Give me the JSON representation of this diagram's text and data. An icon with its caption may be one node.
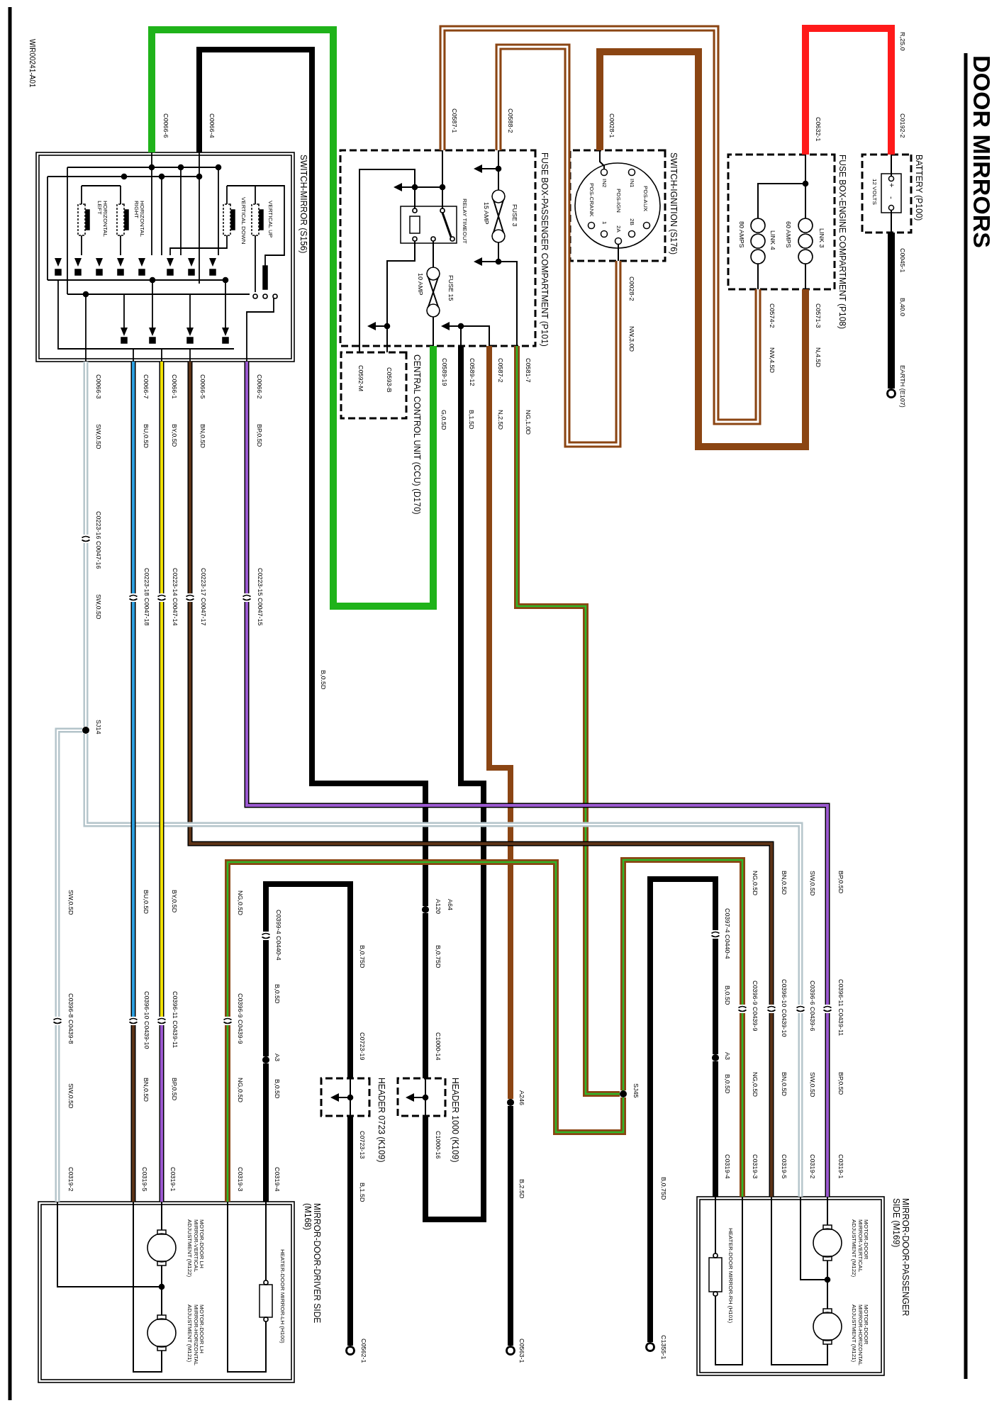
{
  "diagram": {
    "title": "DOOR MIRRORS",
    "nodes": [
      {
        "text": [
          "SWITCH-MIRROR (S156)",
          "VERTICAL UP",
          "VERTICAL DOWN",
          "HORIZONTAL RIGHT",
          "HORIZONTAL LEFT"
        ],
        "beside": [
          "C0066-6",
          "C0066-4",
          "C0066-7",
          "C0066-1",
          "C0066-5"
        ]
      },
      {
        "text": [
          "CENTRAL CONTROL UNIT (CCU) (D170)",
          "C0593-B",
          "C0592-M"
        ]
      },
      {
        "text": [
          "FUSE BOX-PASSENGER COMPARTMENT (P101)",
          "FUSE 3",
          "15 AMP",
          "RELAY TIMEOUT",
          "FUSE 15",
          "10 AMP"
        ],
        "beside": [
          "C0587-1",
          "C0588-2",
          "C0589-19",
          "C0589-12",
          "C0587-2",
          "C0581-7"
        ]
      },
      {
        "text": [
          "SWITCH-IGNITION (S176)",
          "IN2",
          "IN1",
          "POS-AUX",
          "POS-IGN",
          "POS-CRANK",
          "1",
          "2A",
          "2B"
        ],
        "beside": [
          "C0028-1",
          "C0028-2"
        ]
      },
      {
        "text": [
          "FUSE BOX-ENGINE COMPARTMENT (P108)",
          "LINK 3",
          "60 AMPS",
          "LINK 4",
          "80 AMPS"
        ],
        "beside": [
          "C0632-1",
          "C0571-3",
          "C0574-2"
        ]
      },
      {
        "text": [
          "BATTERY (P100)",
          "12 VOLTS",
          "+",
          "-"
        ],
        "beside": [
          "C0192-2"
        ]
      },
      {
        "text": [],
        "shape": "ring",
        "beside": [
          "EARTH (E107)"
        ]
      },
      {
        "text": [
          "HEADER 1000 (K109)"
        ],
        "beside": [
          "C1000-14",
          "C1000-16"
        ]
      },
      {
        "text": [
          "HEADER 0723 (K109)"
        ],
        "beside": [
          "C0723-19",
          "C0723-13"
        ]
      },
      {
        "text": [
          "MIRROR-DOOR-DRIVER SIDE (M168)",
          "MOTOR-DOOR LH MIRROR-VERTICAL ADJUSTMENT (M122)",
          "MOTOR-DOOR LH MIRROR-HORIZONTAL ADJUSTMENT (M121)",
          "HEATER-DOOR MIRROR-LH (H100)"
        ],
        "beside": [
          "C0319-5",
          "C0319-1",
          "C0319-3",
          "C0319-4"
        ]
      },
      {
        "text": [
          "MIRROR-DOOR-PASSENGER SIDE (M169)",
          "MOTOR-DOOR MIRROR-VERTICAL ADJUSTMENT (M122)",
          "MOTOR-DOOR MIRROR-HORIZONTAL ADJUSTMENT (M121)",
          "HEATER-DOOR MIRROR-RH (H101)"
        ],
        "beside": [
          "C0319-4",
          "C0319-3",
          "C0319-5",
          "C0319-2",
          "C0319-1"
        ]
      },
      {
        "text": [],
        "shape": "ring",
        "beside": [
          "C0562-1"
        ]
      },
      {
        "text": [],
        "shape": "ring",
        "beside": [
          "C0563-1"
        ]
      },
      {
        "text": [],
        "shape": "ring",
        "beside": [
          "C1355-1"
        ]
      },
      {
        "text": [],
        "shape": "dot",
        "beside": [
          "SJ14"
        ]
      },
      {
        "text": [],
        "shape": "dot",
        "beside": [
          "A64",
          "A120"
        ]
      },
      {
        "text": [],
        "shape": "dot",
        "beside": [
          "A3"
        ]
      },
      {
        "text": [],
        "shape": "dot",
        "beside": [
          "A246"
        ]
      },
      {
        "text": [],
        "shape": "dot",
        "beside": [
          "SJ45"
        ]
      },
      {
        "text": [],
        "shape": "dot",
        "beside": [
          "A3"
        ]
      },
      {
        "text": [],
        "shape": "connector",
        "beside": [
          "C0223-16 C0047-16"
        ]
      },
      {
        "text": [],
        "shape": "connector",
        "beside": [
          "C0223-18 C0047-18"
        ]
      },
      {
        "text": [],
        "shape": "connector",
        "beside": [
          "C0223-14 C0047-14"
        ]
      },
      {
        "text": [],
        "shape": "connector",
        "beside": [
          "C0223-17 C0047-17"
        ]
      },
      {
        "text": [],
        "shape": "connector",
        "beside": [
          "C0223-15 C0047-15"
        ]
      },
      {
        "text": [],
        "shape": "connector",
        "beside": [
          "C0399-4 C0440-4"
        ]
      },
      {
        "text": [],
        "shape": "connector",
        "beside": [
          "C0396-8 C0439-8"
        ]
      },
      {
        "text": [],
        "shape": "connector",
        "beside": [
          "C0396-10 C0439-10"
        ]
      },
      {
        "text": [],
        "shape": "connector",
        "beside": [
          "C0396-11 C0439-11"
        ]
      },
      {
        "text": [],
        "shape": "connector",
        "beside": [
          "C0396-9 C0439-9"
        ]
      },
      {
        "text": [],
        "shape": "connector",
        "beside": [
          "C0397-4 C0440-4"
        ]
      },
      {
        "text": [],
        "shape": "connector",
        "beside": [
          "C0396-9 C0439-9"
        ]
      },
      {
        "text": [],
        "shape": "connector",
        "beside": [
          "C0396-10 C0439-10"
        ]
      },
      {
        "text": [],
        "shape": "connector",
        "beside": [
          "C0396-6 C0439-6"
        ]
      },
      {
        "text": [],
        "shape": "connector",
        "beside": [
          "C0396-11 C0439-11"
        ]
      }
    ],
    "edges": [
      {
        "from": 0,
        "to": 2,
        "arrow": "none",
        "label": "G,0.5D",
        "color": "#1fb31a"
      },
      {
        "from": 0,
        "to": 15,
        "arrow": "none",
        "label": "B,0.5D"
      },
      {
        "from": 15,
        "to": 7,
        "arrow": "none",
        "label": "B,0.75D"
      },
      {
        "from": 7,
        "to": 2,
        "arrow": "none",
        "label": "B,1.5D"
      },
      {
        "from": 8,
        "to": 11,
        "arrow": "none",
        "label": "B,1.5D"
      },
      {
        "from": 8,
        "to": 25,
        "arrow": "none",
        "label": "B,0.75D"
      },
      {
        "from": 25,
        "to": 16,
        "arrow": "none",
        "label": "B,0.5D"
      },
      {
        "from": 16,
        "to": 9,
        "arrow": "none",
        "label": "B,0.5D"
      },
      {
        "from": 2,
        "to": 17,
        "arrow": "none",
        "label": "N,2.5D",
        "color": "#8b4513"
      },
      {
        "from": 17,
        "to": 12,
        "arrow": "none",
        "label": "B,2.5D"
      },
      {
        "from": 2,
        "to": 18,
        "arrow": "none",
        "label": "NG,1.0D",
        "color": "#8b4513"
      },
      {
        "from": 18,
        "to": 29,
        "arrow": "none",
        "label": "NG,0.5D",
        "color": "#8b4513"
      },
      {
        "from": 18,
        "to": 31,
        "arrow": "none",
        "label": "NG,0.5D",
        "color": "#8b4513"
      },
      {
        "from": 31,
        "to": 10,
        "arrow": "none",
        "label": "NG,0.5D",
        "color": "#8b4513"
      },
      {
        "from": 29,
        "to": 9,
        "arrow": "none",
        "label": "NG,0.5D",
        "color": "#8b4513"
      },
      {
        "from": 0,
        "to": 23,
        "arrow": "none",
        "label": "BN,0.5D",
        "color": "#5c3317"
      },
      {
        "from": 23,
        "to": 32,
        "arrow": "none",
        "label": "BN,0.5D",
        "color": "#5c3317"
      },
      {
        "from": 32,
        "to": 10,
        "arrow": "none",
        "label": "BN,0.5D",
        "color": "#5c3317"
      },
      {
        "from": 0,
        "to": 24,
        "arrow": "none",
        "label": "BP,0.5D",
        "color": "#9b59d0"
      },
      {
        "from": 24,
        "to": 34,
        "arrow": "none",
        "label": "BP,0.5D",
        "color": "#9b59d0"
      },
      {
        "from": 34,
        "to": 10,
        "arrow": "none",
        "label": "BP,0.5D",
        "color": "#9b59d0"
      },
      {
        "from": 0,
        "to": 20,
        "arrow": "none",
        "label": "SW,0.5D",
        "color": "#b4c4ca"
      },
      {
        "from": 20,
        "to": 14,
        "arrow": "none",
        "label": "SW,0.5D",
        "color": "#b4c4ca"
      },
      {
        "from": 14,
        "to": 33,
        "arrow": "none",
        "label": "SW,0.5D",
        "color": "#b4c4ca"
      },
      {
        "from": 33,
        "to": 10,
        "arrow": "none",
        "label": "SW,0.5D",
        "color": "#b4c4ca"
      },
      {
        "from": 14,
        "to": 26,
        "arrow": "none",
        "label": "SW,0.5D",
        "color": "#b4c4ca"
      },
      {
        "from": 26,
        "to": 9,
        "arrow": "none",
        "label": "SW,0.5D",
        "color": "#b4c4ca"
      },
      {
        "from": 0,
        "to": 21,
        "arrow": "none",
        "label": "BU,0.5D",
        "color": "#2c9fe0"
      },
      {
        "from": 21,
        "to": 27,
        "arrow": "none",
        "label": "BU,0.5D",
        "color": "#2c9fe0"
      },
      {
        "from": 27,
        "to": 9,
        "arrow": "none",
        "label": "BN,0.5D",
        "color": "#5c3317"
      },
      {
        "from": 0,
        "to": 22,
        "arrow": "none",
        "label": "BY,0.5D",
        "color": "#f2e205"
      },
      {
        "from": 22,
        "to": 28,
        "arrow": "none",
        "label": "BY,0.5D",
        "color": "#f2e205"
      },
      {
        "from": 28,
        "to": 9,
        "arrow": "none",
        "label": "BP,0.5D",
        "color": "#9b59d0"
      },
      {
        "from": 13,
        "to": 30,
        "arrow": "none",
        "label": "B,0.75D"
      },
      {
        "from": 30,
        "to": 19,
        "arrow": "none",
        "label": "B,0.5D"
      },
      {
        "from": 19,
        "to": 10,
        "arrow": "none",
        "label": "B,0.5D"
      },
      {
        "from": 5,
        "to": 4,
        "arrow": "none",
        "label": "R,25.0",
        "color": "#ff1a1a"
      },
      {
        "from": 5,
        "to": 6,
        "arrow": "none",
        "label": "B,40.0"
      },
      {
        "from": 4,
        "to": 3,
        "arrow": "none",
        "label": "N,4.5D",
        "color": "#8b4513"
      },
      {
        "from": 4,
        "to": 2,
        "arrow": "none",
        "label": "NW,4.5D",
        "color": "#8b4513"
      },
      {
        "from": 3,
        "to": 2,
        "arrow": "none",
        "label": "NW,3.0D",
        "color": "#8b4513"
      },
      {
        "from": 2,
        "to": 1,
        "arrow": "none"
      },
      {
        "from": 2,
        "to": 1,
        "arrow": "none"
      }
    ],
    "labels": [
      "WIR00241-A01",
      "C0066-3",
      "C0066-2",
      "C0045-1",
      "C0319-2"
    ]
  }
}
